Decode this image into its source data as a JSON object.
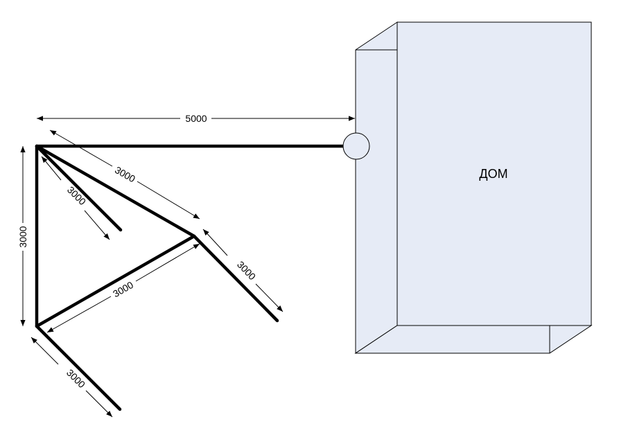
{
  "house": {
    "label": "ДОМ"
  },
  "dimensions": {
    "top_width": "5000",
    "left_height": "3000",
    "diag_upper": "3000",
    "diag_short": "3000",
    "diag_right": "3000",
    "diag_cross": "3000",
    "diag_lower": "3000"
  },
  "colors": {
    "house_fill": "#e6ebf6",
    "house_stroke": "#000000",
    "pipe": "#000000"
  }
}
